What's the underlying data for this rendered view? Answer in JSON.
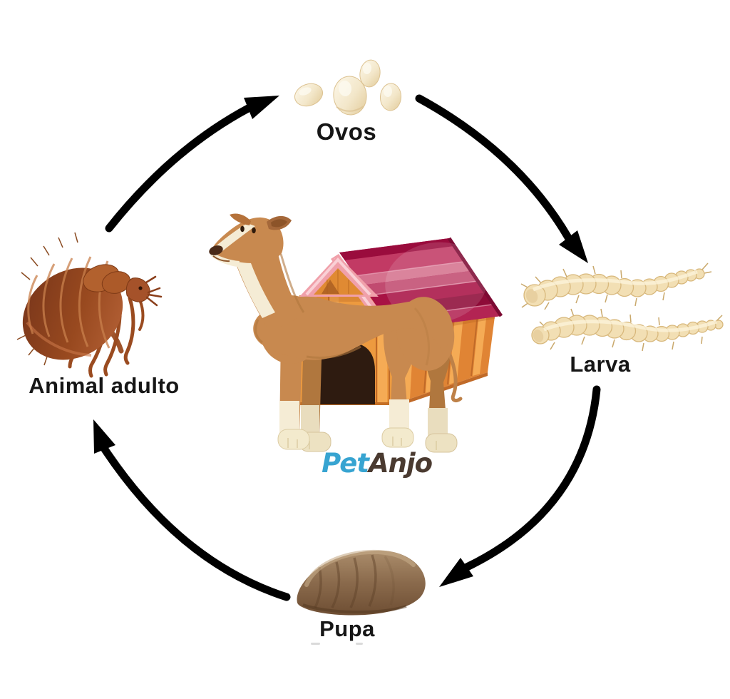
{
  "diagram": {
    "subject": "flea life cycle",
    "background_color": "#ffffff",
    "label_color": "#161616",
    "arrow_color": "#000000"
  },
  "cycle": {
    "stages": [
      {
        "id": "ovos",
        "label": "Ovos",
        "position": "top"
      },
      {
        "id": "larva",
        "label": "Larva",
        "position": "right"
      },
      {
        "id": "pupa",
        "label": "Pupa",
        "position": "bottom"
      },
      {
        "id": "animal_adulto",
        "label": "Animal adulto",
        "position": "left"
      }
    ]
  },
  "brand": {
    "part1": "Pet",
    "part2": "Anjo",
    "part1_color": "#37a4d1",
    "part2_color": "#4a3a30"
  },
  "palette": {
    "egg_fill": "#f3e7ca",
    "egg_shade": "#e2cb9a",
    "flea_body": "#9c4b22",
    "flea_dark": "#6e2f12",
    "larva_fill": "#f2dfb4",
    "larva_outline": "#d8b87c",
    "pupa_fill": "#8a6a4c",
    "dog_coat": "#c8894f",
    "dog_cream": "#f5ecd5",
    "house_wall": "#ed9a3f",
    "house_roof": "#b01347",
    "gable_trim": "#f0a0aa"
  }
}
